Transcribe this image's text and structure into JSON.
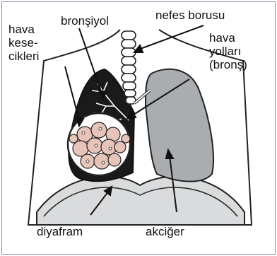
{
  "labels": {
    "alveoli": "hava\nkese-\ncikleri",
    "bronchiole": "bronşiyol",
    "trachea": "nefes borusu",
    "airways": "hava\nyolları\n(bronş)",
    "diaphragm": "diyafram",
    "lung": "akciğer"
  },
  "colors": {
    "border": "#7f8fa6",
    "lung_cutaway": "#1a1a1a",
    "lung_right": "#a9adb0",
    "diaphragm_fill": "#d9dbdd",
    "alveoli_fill": "#e8c3b7",
    "callout_bg": "#ffffff"
  }
}
